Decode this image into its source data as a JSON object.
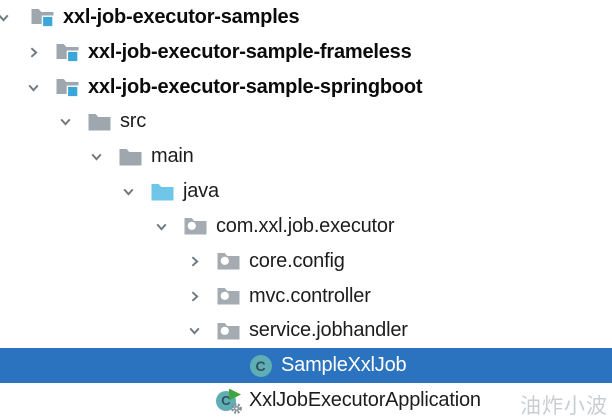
{
  "tree": {
    "rows": [
      {
        "label": "xxl-job-executor-samples",
        "level": 0,
        "state": "expanded",
        "icon": "module-folder",
        "bold": true,
        "selected": false
      },
      {
        "label": "xxl-job-executor-sample-frameless",
        "level": 1,
        "state": "collapsed",
        "icon": "module-folder",
        "bold": true,
        "selected": false
      },
      {
        "label": "xxl-job-executor-sample-springboot",
        "level": 1,
        "state": "expanded",
        "icon": "module-folder",
        "bold": true,
        "selected": false
      },
      {
        "label": "src",
        "level": 2,
        "state": "expanded",
        "icon": "folder",
        "bold": false,
        "selected": false
      },
      {
        "label": "main",
        "level": 3,
        "state": "expanded",
        "icon": "folder",
        "bold": false,
        "selected": false
      },
      {
        "label": "java",
        "level": 4,
        "state": "expanded",
        "icon": "source-folder",
        "bold": false,
        "selected": false
      },
      {
        "label": "com.xxl.job.executor",
        "level": 5,
        "state": "expanded",
        "icon": "package",
        "bold": false,
        "selected": false
      },
      {
        "label": "core.config",
        "level": 6,
        "state": "collapsed",
        "icon": "package",
        "bold": false,
        "selected": false
      },
      {
        "label": "mvc.controller",
        "level": 6,
        "state": "collapsed",
        "icon": "package",
        "bold": false,
        "selected": false
      },
      {
        "label": "service.jobhandler",
        "level": 6,
        "state": "expanded",
        "icon": "package",
        "bold": false,
        "selected": false
      },
      {
        "label": "SampleXxlJob",
        "level": 7,
        "state": "none",
        "icon": "class",
        "bold": false,
        "selected": true
      },
      {
        "label": "XxlJobExecutorApplication",
        "level": 6,
        "state": "none",
        "icon": "runnable-class",
        "bold": false,
        "selected": false
      }
    ]
  },
  "class_icon": {
    "letter": "C"
  },
  "watermark": {
    "text": "油炸小波"
  },
  "colors": {
    "background": "#ffffff",
    "selection": "#2B73BE",
    "folder_gray": "#9FA7AE",
    "source_folder_blue": "#6FC6E9",
    "module_overlay_blue": "#3AA6DA",
    "package_dot": "#ffffff",
    "class_circle": "#5FAEB5",
    "class_letter": "#30505C",
    "run_triangle_green": "#3FA33F",
    "gear_gray": "#7D8D93",
    "chevron_gray": "#6F787F",
    "text_normal": "#1d1d1d",
    "text_bold": "#0b0b0b",
    "text_selected": "#ffffff",
    "watermark_gray": "#C9CED3"
  }
}
